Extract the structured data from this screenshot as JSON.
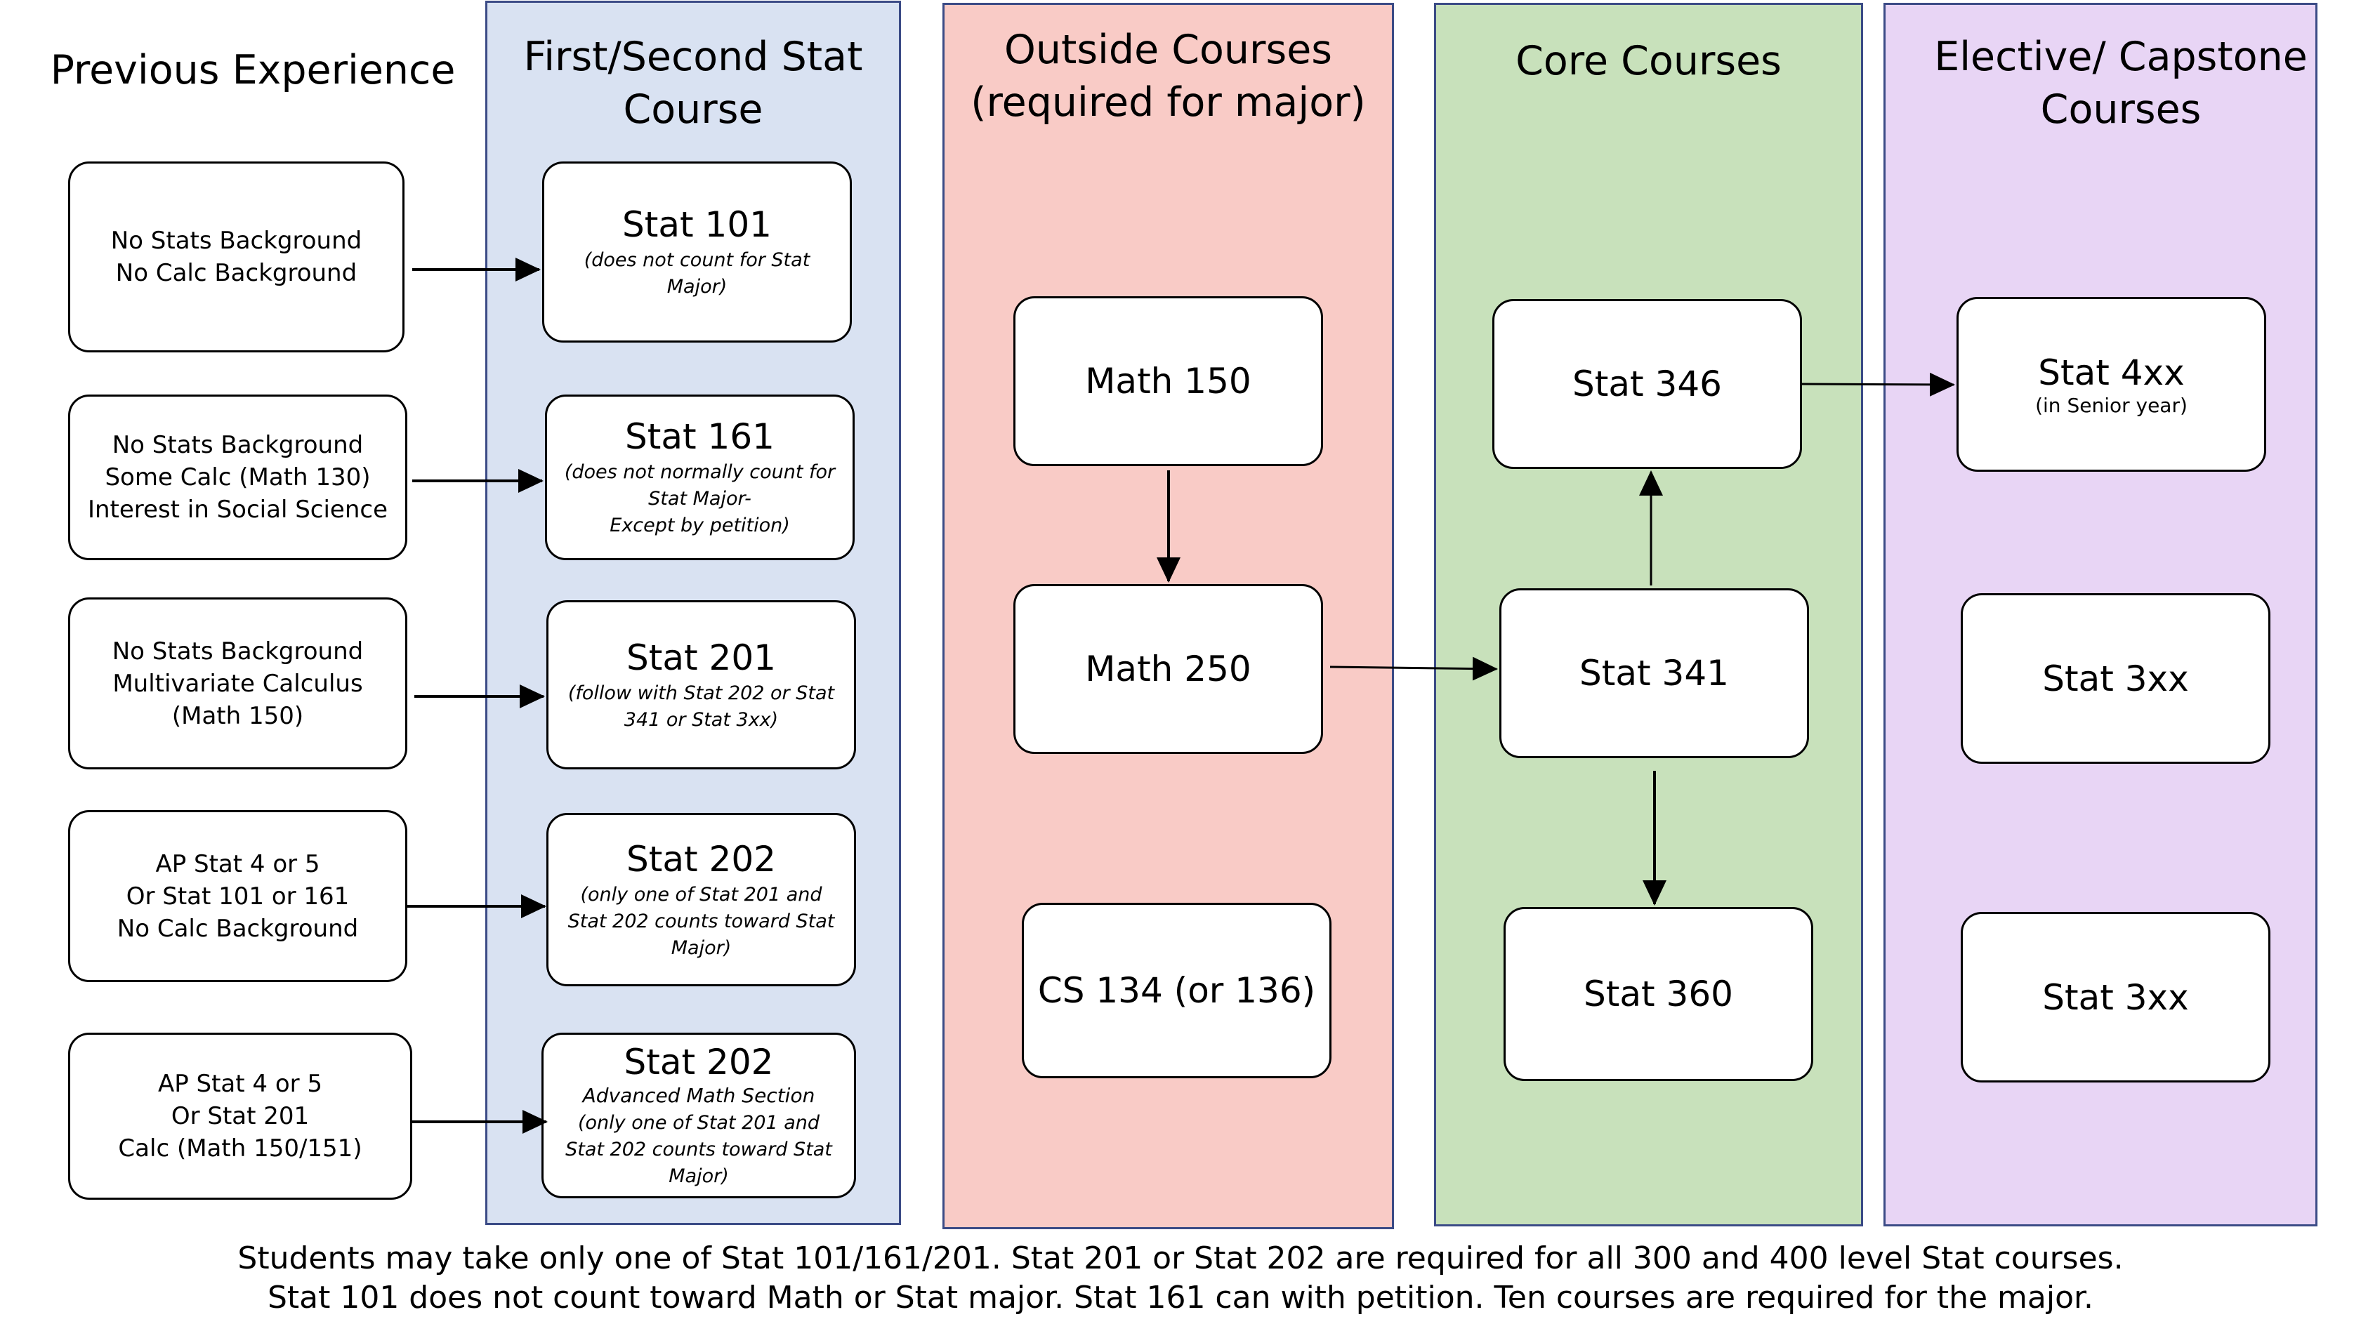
{
  "colors": {
    "first_second_bg": "#d9e2f2",
    "outside_bg": "#f9cbc6",
    "core_bg": "#c8e1bb",
    "elective_bg": "#e8d5f5",
    "column_border": "#3b4b86"
  },
  "columns": {
    "previous": {
      "title": "Previous Experience"
    },
    "first_second": {
      "title": "First/Second Stat\nCourse"
    },
    "outside": {
      "title": "Outside Courses\n(required for major)"
    },
    "core": {
      "title": "Core Courses"
    },
    "elective": {
      "title": "Elective/ Capstone\nCourses"
    }
  },
  "previous_experience": [
    {
      "text": "No Stats Background\nNo Calc Background"
    },
    {
      "text": "No Stats Background\nSome Calc (Math 130)\nInterest in Social Science"
    },
    {
      "text": "No Stats Background\nMultivariate Calculus\n(Math 150)"
    },
    {
      "text": "AP Stat 4 or 5\nOr Stat 101 or 161\nNo Calc Background"
    },
    {
      "text": "AP Stat 4 or 5\nOr Stat 201\nCalc (Math 150/151)"
    }
  ],
  "first_second_courses": [
    {
      "title": "Stat 101",
      "note": "(does not count for Stat\nMajor)"
    },
    {
      "title": "Stat 161",
      "note": "(does not normally count for\nStat Major-\nExcept by petition)"
    },
    {
      "title": "Stat 201",
      "note": "(follow with Stat 202 or Stat\n341 or Stat 3xx)"
    },
    {
      "title": "Stat 202",
      "note": "(only one of Stat 201 and\nStat 202 counts toward Stat\nMajor)"
    },
    {
      "title": "Stat 202",
      "subtitle": "Advanced Math Section",
      "note": "(only one of Stat 201 and\nStat 202 counts toward Stat\nMajor)"
    }
  ],
  "outside_courses": [
    {
      "title": "Math 150"
    },
    {
      "title": "Math 250"
    },
    {
      "title": "CS 134 (or 136)"
    }
  ],
  "core_courses": [
    {
      "title": "Stat 346"
    },
    {
      "title": "Stat 341"
    },
    {
      "title": "Stat 360"
    }
  ],
  "elective_courses": [
    {
      "title": "Stat 4xx",
      "note": "(in Senior year)"
    },
    {
      "title": "Stat 3xx"
    },
    {
      "title": "Stat 3xx"
    }
  ],
  "footer": {
    "line1": "Students may take only one of Stat 101/161/201. Stat 201 or Stat 202 are required for all 300 and 400 level Stat courses.",
    "line2": "Stat 101 does not count toward Math or Stat major. Stat 161 can with petition. Ten courses are required for the major."
  }
}
